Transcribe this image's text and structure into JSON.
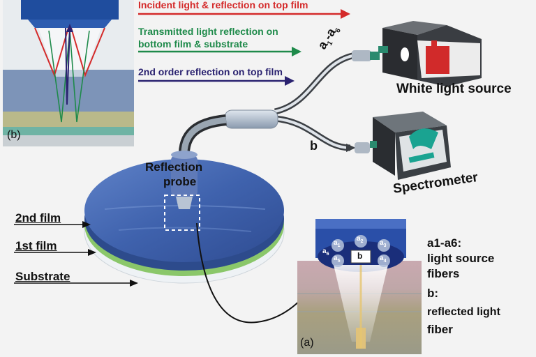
{
  "legend": {
    "incident": "Incident light & reflection on top film",
    "transmitted_line1": "Transmitted light reflection on",
    "transmitted_line2": "bottom film & substrate",
    "second_order": "2nd order reflection on top film"
  },
  "colors": {
    "incident": "#d42a2a",
    "transmitted": "#1e8a4a",
    "second_order": "#2a2270",
    "disk_top": "#3b5ea8",
    "film1": "#8ac76a",
    "substrate": "#eef2f5"
  },
  "labels": {
    "fiber_a_base": "a",
    "fiber_a_sub1": "1",
    "fiber_a_dash": "-a",
    "fiber_a_sub6": "6",
    "fiber_b": "b",
    "white_light_source": "White light source",
    "spectrometer": "Spectrometer",
    "reflection_probe_line1": "Reflection",
    "reflection_probe_line2": "probe",
    "film2": "2nd film",
    "film1": "1st film",
    "substrate": "Substrate"
  },
  "inset_b": {
    "tag": "(b)"
  },
  "inset_a": {
    "tag": "(a)",
    "fiber_letter": "a",
    "fiber_center": "b",
    "fiber_subs": [
      "1",
      "2",
      "3",
      "4",
      "5",
      "6"
    ]
  },
  "annotation": {
    "line1": "a1-a6:",
    "line2": "light source",
    "line3": "fibers",
    "line4": "b:",
    "line5": "reflected light",
    "line6": "fiber"
  }
}
